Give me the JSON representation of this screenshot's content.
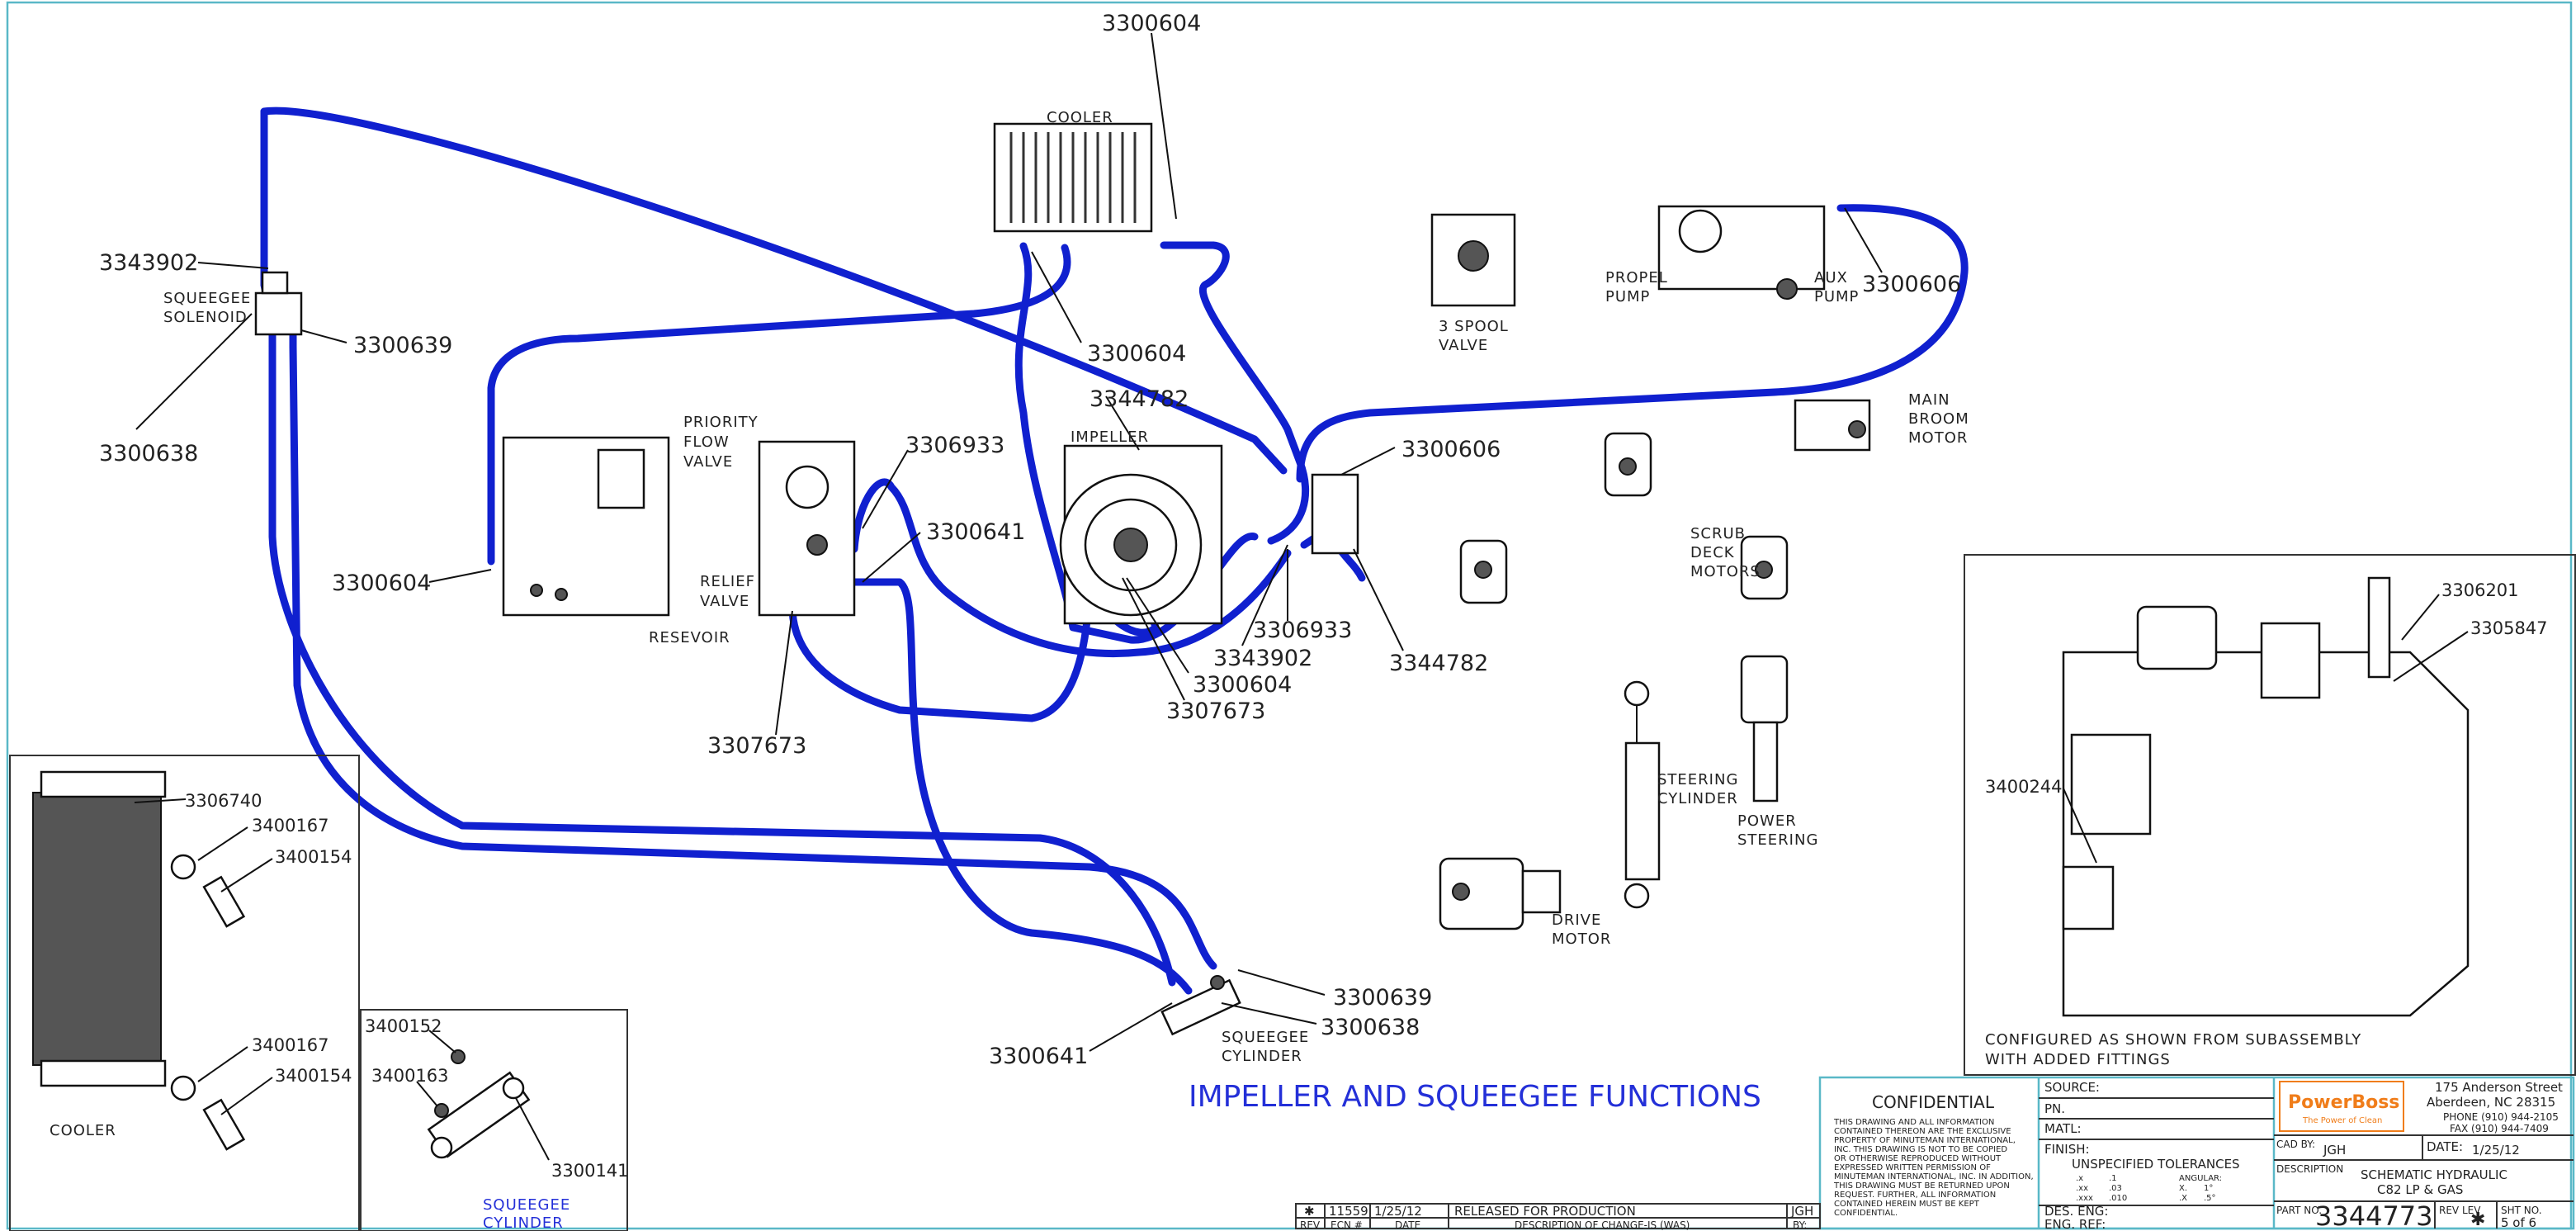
{
  "callouts": {
    "c_3300604_top": "3300604",
    "c_3343902_left": "3343902",
    "c_3300639_left": "3300639",
    "c_3300638_left": "3300638",
    "c_3300604_cooler": "3300604",
    "c_3344782_top": "3344782",
    "c_3306933_top": "3306933",
    "c_3300641_mid": "3300641",
    "c_3300606_mid": "3300606",
    "c_3300606_aux": "3300606",
    "c_3300604_res": "3300604",
    "c_3306933_low": "3306933",
    "c_3343902_low": "3343902",
    "c_3300604_low": "3300604",
    "c_3307673_low": "3307673",
    "c_3344782_low": "3344782",
    "c_3307673_left": "3307673",
    "c_3300639_bot": "3300639",
    "c_3300638_bot": "3300638",
    "c_3300641_bot": "3300641"
  },
  "labels": {
    "cooler": "COOLER",
    "squeegee_solenoid_1": "SQUEEGEE",
    "squeegee_solenoid_2": "SOLENOID",
    "priority_1": "PRIORITY",
    "priority_2": "FLOW",
    "priority_3": "VALVE",
    "relief_1": "RELIEF",
    "relief_2": "VALVE",
    "resevoir": "RESEVOIR",
    "impeller": "IMPELLER",
    "spool_1": "3 SPOOL",
    "spool_2": "VALVE",
    "propel_1": "PROPEL",
    "propel_2": "PUMP",
    "aux_1": "AUX",
    "aux_2": "PUMP",
    "main_broom_1": "MAIN",
    "main_broom_2": "BROOM",
    "main_broom_3": "MOTOR",
    "scrub_1": "SCRUB",
    "scrub_2": "DECK",
    "scrub_3": "MOTORS",
    "steering_cyl_1": "STEERING",
    "steering_cyl_2": "CYLINDER",
    "power_steer_1": "POWER",
    "power_steer_2": "STEERING",
    "drive_1": "DRIVE",
    "drive_2": "MOTOR",
    "squeegee_cyl_1": "SQUEEGEE",
    "squeegee_cyl_2": "CYLINDER",
    "main_title": "IMPELLER AND SQUEEGEE FUNCTIONS"
  },
  "inset_cooler": {
    "parts": [
      "3306740",
      "3400167",
      "3400154",
      "3400167",
      "3400154"
    ],
    "label": "COOLER"
  },
  "inset_squeegee": {
    "parts": [
      "3400152",
      "3400163",
      "3300141"
    ],
    "label_1": "SQUEEGEE",
    "label_2": "CYLINDER"
  },
  "inset_reservoir": {
    "parts": [
      "3306201",
      "3305847",
      "3400244"
    ],
    "note_1": "CONFIGURED AS SHOWN FROM SUBASSEMBLY",
    "note_2": "WITH ADDED FITTINGS"
  },
  "title_block": {
    "confidential": "CONFIDENTIAL",
    "confidential_text": [
      "THIS DRAWING AND ALL INFORMATION",
      "CONTAINED THEREON ARE THE EXCLUSIVE",
      "PROPERTY OF MINUTEMAN INTERNATIONAL,",
      "INC. THIS DRAWING IS NOT TO BE COPIED",
      "OR OTHERWISE REPRODUCED WITHOUT",
      "EXPRESSED WRITTEN PERMISSION OF",
      "MINUTEMAN INTERNATIONAL, INC. IN ADDITION,",
      "THIS DRAWING MUST BE RETURNED UPON",
      "REQUEST. FURTHER, ALL INFORMATION",
      "CONTAINED HEREIN MUST BE KEPT",
      "CONFIDENTIAL."
    ],
    "source": "SOURCE:",
    "pn": "PN.",
    "matl": "MATL:",
    "finish": "FINISH:",
    "tol_title": "UNSPECIFIED TOLERANCES",
    "tol_x": ".x",
    "tol_x_v": ".1",
    "tol_xx": ".xx",
    "tol_xx_v": ".03",
    "tol_xxx": ".xxx",
    "tol_xxx_v": ".010",
    "angular": "ANGULAR:",
    "ang_x": "X.",
    "ang_x_v": "1°",
    "ang_xx": ".X",
    "ang_xx_v": ".5°",
    "des_eng": "DES. ENG:",
    "eng_ref": "ENG. REF:",
    "logo": "PowerBoss",
    "logo_tag": "The Power of Clean",
    "addr_1": "175 Anderson Street",
    "addr_2": "Aberdeen, NC 28315",
    "phone": "PHONE (910) 944-2105",
    "fax": "FAX (910) 944-7409",
    "cad_by_label": "CAD BY:",
    "cad_by": "JGH",
    "date_label": "DATE:",
    "date": "1/25/12",
    "description_label": "DESCRIPTION",
    "desc_1": "SCHEMATIC HYDRAULIC",
    "desc_2": "C82 LP & GAS",
    "part_no_label": "PART NO.",
    "part_no": "3344773",
    "rev_lev_label": "REV LEV",
    "rev_lev": "✱",
    "sht_no_label": "SHT NO.",
    "sht_no": "5 of 6"
  },
  "revision": {
    "rev": "✱",
    "ecn": "11559",
    "date": "1/25/12",
    "desc": "RELEASED FOR PRODUCTION",
    "by": "JGH",
    "h_rev": "REV",
    "h_ecn": "ECN #",
    "h_date": "DATE",
    "h_desc": "DESCRIPTION OF CHANGE-IS (WAS)",
    "h_by": "BY:"
  },
  "colors": {
    "hose": "#1020cf",
    "blue_text": "#2430d8",
    "logo": "#f07d1a"
  }
}
